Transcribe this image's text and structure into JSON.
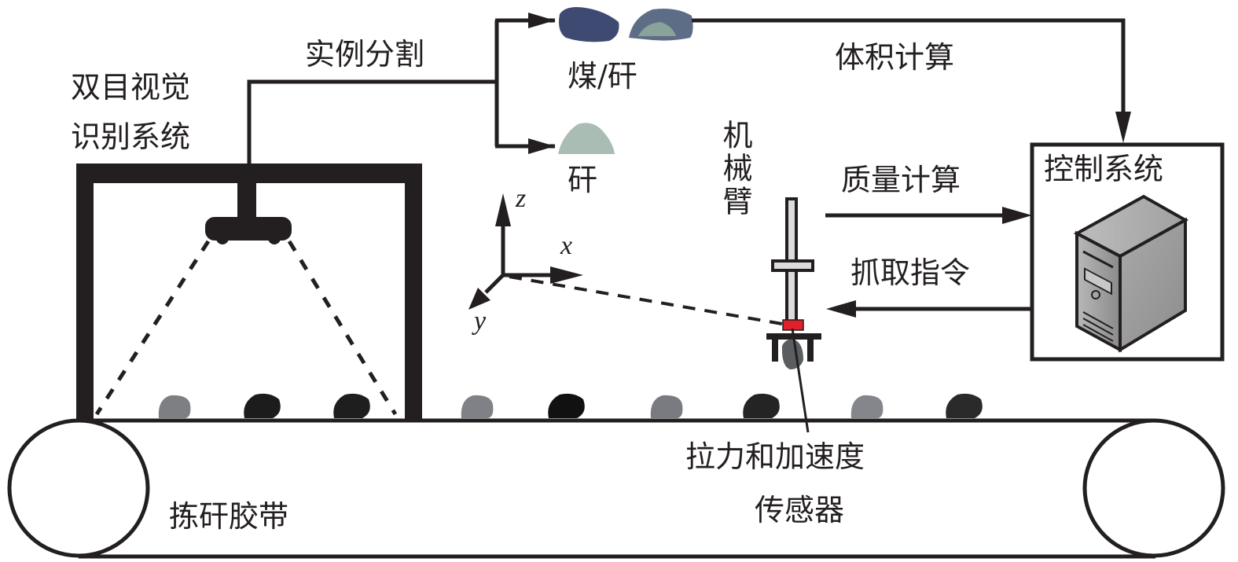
{
  "title": "煤矸石分拣系统示意图",
  "labels": {
    "vision_system_line1": "双目视觉",
    "vision_system_line2": "识别系统",
    "instance_segmentation": "实例分割",
    "coal_gangue": "煤/矸",
    "gangue": "矸",
    "volume_calc": "体积计算",
    "robot_arm": "机械臂",
    "mass_calc": "质量计算",
    "grab_command": "抓取指令",
    "control_system": "控制系统",
    "sensor_line1": "拉力和加速度",
    "sensor_line2": "传感器",
    "conveyor_belt": "拣矸胶带"
  },
  "axes": {
    "x": "x",
    "y": "y",
    "z": "z"
  },
  "colors": {
    "line": "#231f20",
    "sensor_red": "#e3202a",
    "arm_gray": "#dcdcdc",
    "coal_blue": "#3e4a72",
    "gangue_green": "#a9bdb4",
    "server_gray": "#9c9c9c"
  },
  "stones_on_belt": [
    {
      "type": "gangue",
      "shade": "#7e7f83"
    },
    {
      "type": "coal",
      "shade": "#1c1c1c"
    },
    {
      "type": "coal",
      "shade": "#1e1e1e"
    },
    {
      "type": "gangue",
      "shade": "#808187"
    },
    {
      "type": "coal",
      "shade": "#111111"
    },
    {
      "type": "gangue",
      "shade": "#7a7b80"
    },
    {
      "type": "coal",
      "shade": "#242424"
    },
    {
      "type": "gangue",
      "shade": "#85868b"
    },
    {
      "type": "coal",
      "shade": "#2a2a2a"
    }
  ]
}
